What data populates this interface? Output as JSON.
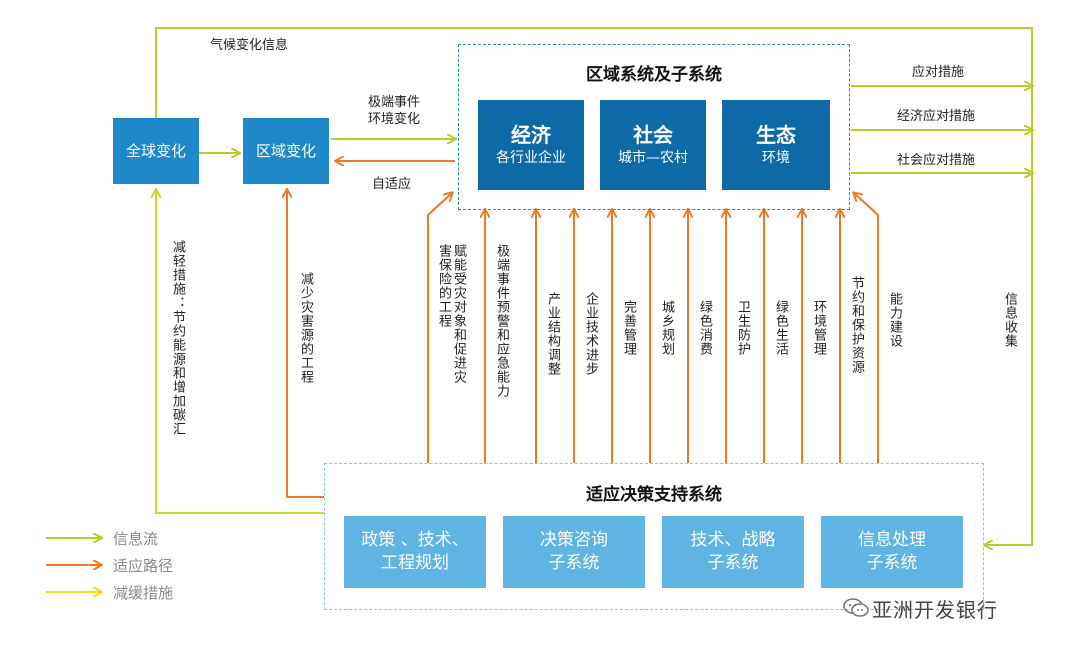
{
  "top_label": "气候变化信息",
  "boxes": {
    "global": "全球变化",
    "regional": "区域变化"
  },
  "extreme_label": [
    "极端事件",
    "环境变化"
  ],
  "self_adapt_label": "自适应",
  "region_system": {
    "title": "区域系统及子系统",
    "subsystems": [
      {
        "name": "经济",
        "sub": "各行业企业"
      },
      {
        "name": "社会",
        "sub": "城市—农村"
      },
      {
        "name": "生态",
        "sub": "环境"
      }
    ]
  },
  "right_labels": [
    "应对措施",
    "经济应对措施",
    "社会应对措施"
  ],
  "info_collect": "信息收集",
  "mitigation_vertical": "减轻措施：节约能源和增加碳汇",
  "reduce_vertical": "减少灾害源的工程",
  "adaptation_measures": [
    {
      "lines": [
        "赋能受灾对象和促进灾",
        "害保险的工程"
      ]
    },
    {
      "lines": [
        "极端事件预警和应急能力"
      ]
    },
    {
      "lines": [
        "产业结构调整"
      ]
    },
    {
      "lines": [
        "企业技术进步"
      ]
    },
    {
      "lines": [
        "完善管理"
      ]
    },
    {
      "lines": [
        "城乡规划"
      ]
    },
    {
      "lines": [
        "绿色消费"
      ]
    },
    {
      "lines": [
        "卫生防护"
      ]
    },
    {
      "lines": [
        "绿色生活"
      ]
    },
    {
      "lines": [
        "环境管理"
      ]
    },
    {
      "lines": [
        "节约和保护资源"
      ]
    },
    {
      "lines": [
        "能力建设"
      ]
    }
  ],
  "support_system": {
    "title": "适应决策支持系统",
    "subsystems": [
      {
        "lines": [
          "政策 、技术、",
          "工程规划"
        ]
      },
      {
        "lines": [
          "决策咨询",
          "子系统"
        ]
      },
      {
        "lines": [
          "技术、战略",
          "子系统"
        ]
      },
      {
        "lines": [
          "信息处理",
          "子系统"
        ]
      }
    ]
  },
  "legend": [
    {
      "label": "信息流",
      "color": "#b5cf2a"
    },
    {
      "label": "适应路径",
      "color": "#f07a22"
    },
    {
      "label": "减缓措施",
      "color": "#eadd22"
    }
  ],
  "brand": "亚洲开发银行",
  "colors": {
    "green": "#b5cf2a",
    "orange": "#f07a22",
    "yellow": "#eadd22",
    "box_blue": "#1e88c8",
    "box_dark": "#0d6aa6",
    "box_light": "#5fb4e3"
  }
}
